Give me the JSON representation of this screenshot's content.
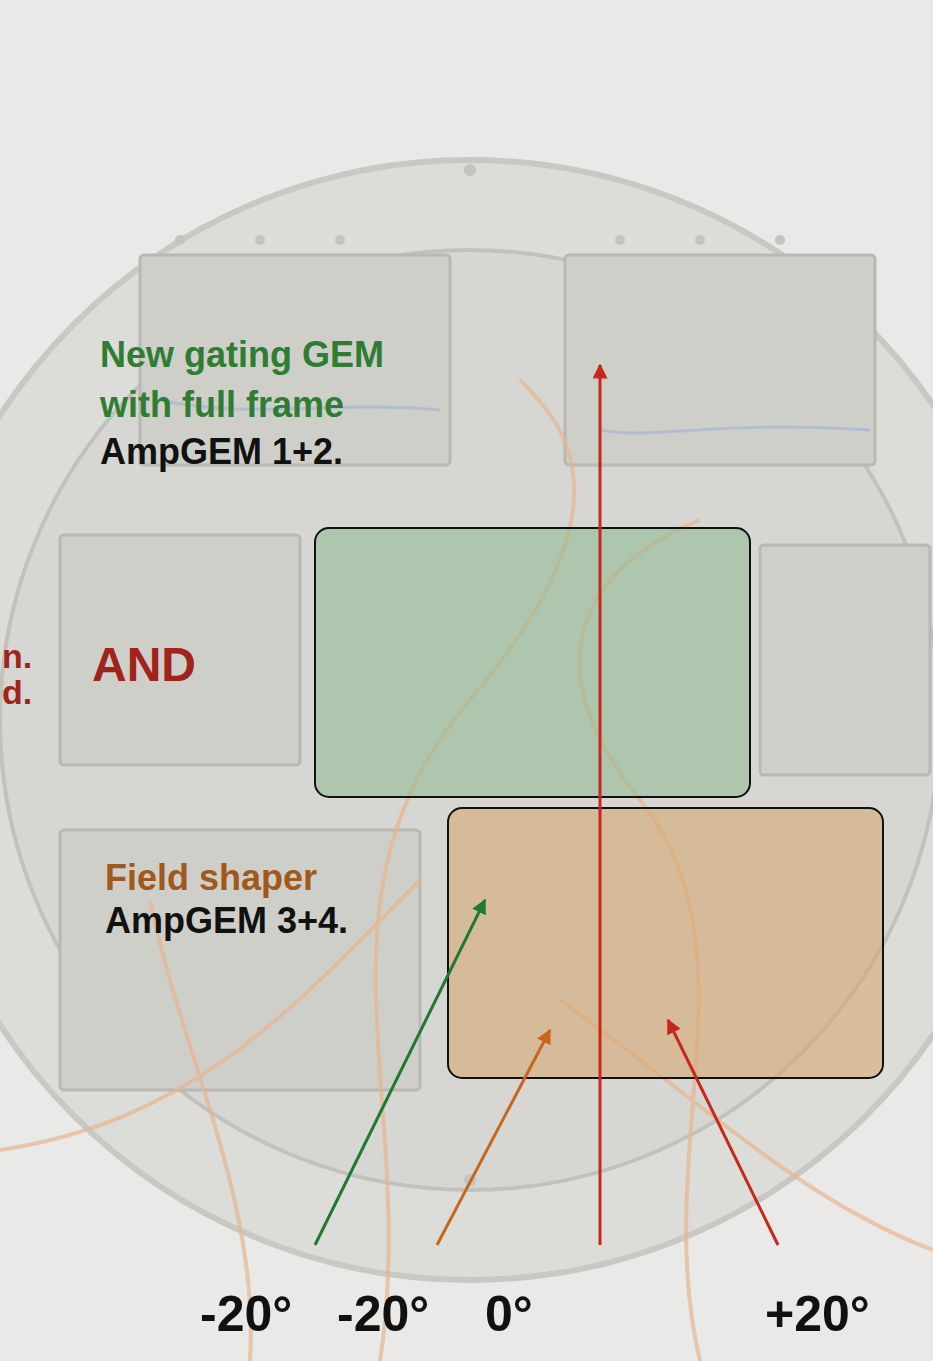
{
  "diagram": {
    "labels": [
      "n.",
      "d.",
      "New gating GEM with full frame",
      "AmpGEM 1+2.",
      "AND",
      "Field shaper",
      "AmpGEM 3+4.",
      "-20°",
      "-20°",
      "0°",
      "+20°"
    ]
  }
}
